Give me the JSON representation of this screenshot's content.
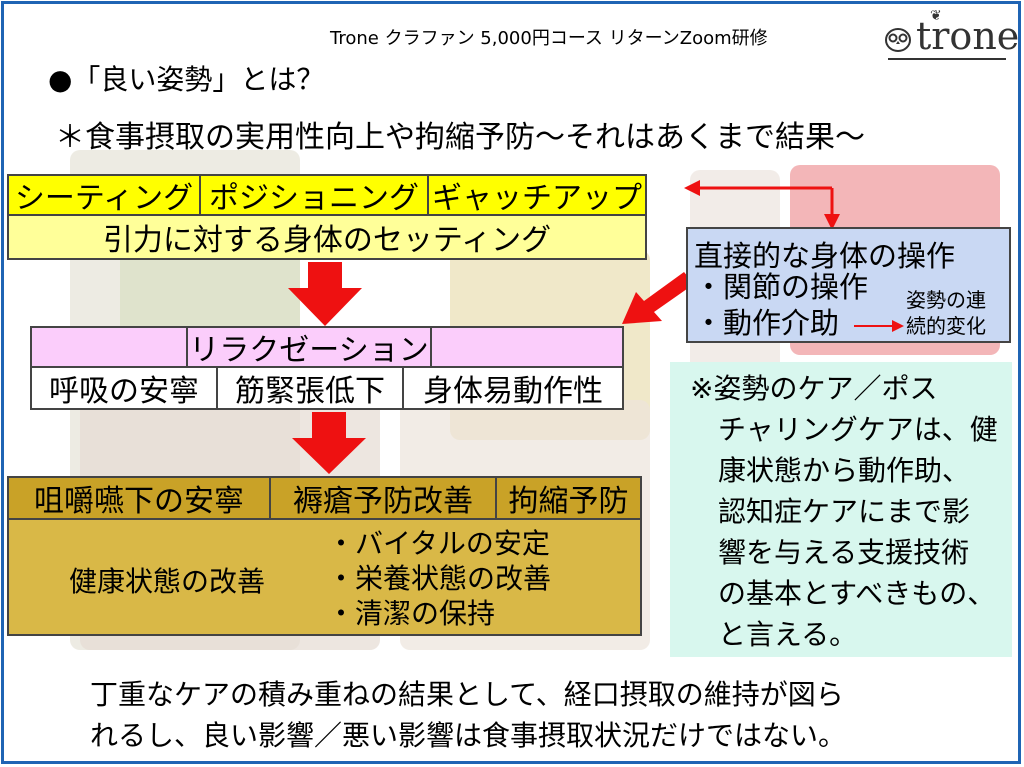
{
  "header": "Trone クラファン 5,000円コース リターンZoom研修",
  "logo": {
    "text": "trone"
  },
  "title": "●「良い姿勢」とは？",
  "subtitle": "＊食事摂取の実用性向上や拘縮予防～それはあくまで結果～",
  "yellow_box": {
    "items": [
      "シーティング",
      "ポジショニング",
      "ギャッチアップ"
    ],
    "bottom": "引力に対する身体のセッティング"
  },
  "pink_box": {
    "top": "リラクゼーション",
    "items": [
      "呼吸の安寧",
      "筋緊張低下",
      "身体易動作性"
    ]
  },
  "gold_box": {
    "items": [
      "咀嚼嚥下の安寧",
      "褥瘡予防改善",
      "拘縮予防"
    ],
    "left_label": "健康状態の改善",
    "bullets": [
      "・バイタルの安定",
      "・栄養状態の改善",
      "・清潔の保持"
    ]
  },
  "blue_box": {
    "title": "直接的な身体の操作",
    "bullets": [
      "・関節の操作",
      "・動作介助"
    ],
    "side_note_line1": "姿勢の連",
    "side_note_line2": "続的変化"
  },
  "note": {
    "lines": [
      "※姿勢のケア／ポス",
      "　チャリングケアは、健",
      "　康状態から動作助、",
      "　認知症ケアにまで影",
      "　響を与える支援技術",
      "　の基本とすべきもの、",
      "　と言える。"
    ]
  },
  "footer": {
    "line1": "丁重なケアの積み重ねの結果として、経口摂取の維持が図ら",
    "line2": "れるし、良い影響／悪い影響は食事摂取状況だけではない。"
  },
  "colors": {
    "frame": "#1f64b4",
    "arrow": "#ee1111",
    "yellow": "#ffff00",
    "light_yellow": "#ffff99",
    "pink": "#fbcdfb",
    "gold": "#c9a227",
    "blue": "#c9d8f3",
    "mint": "#d8f7ee"
  }
}
